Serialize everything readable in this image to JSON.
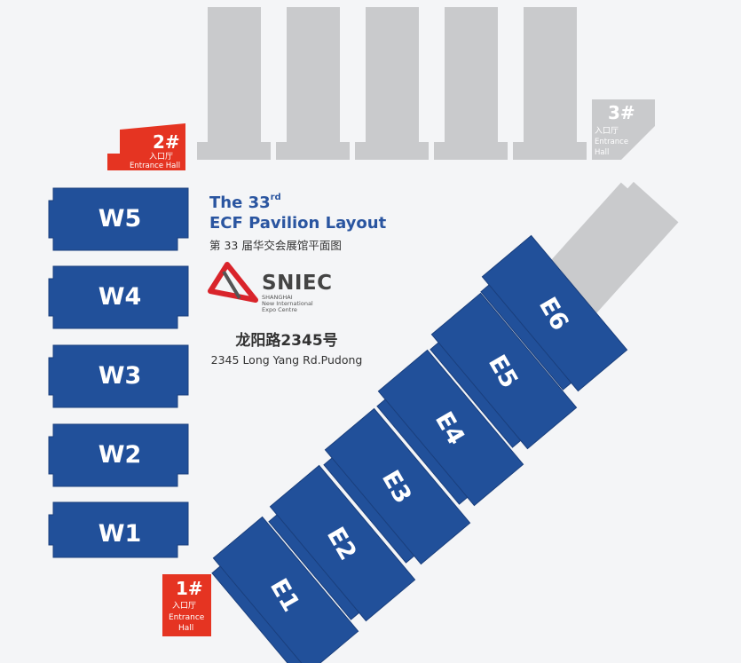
{
  "title": {
    "line1": "The 33",
    "line1_sup": "rd",
    "line2": "ECF Pavilion Layout",
    "chinese": "第 33 届华交会展馆平面图"
  },
  "logo": {
    "name": "SNIEC",
    "sub_lines": [
      "SHANGHAI",
      "New International",
      "Expo Centre"
    ]
  },
  "address": {
    "chinese": "龙阳路2345号",
    "english": "2345 Long Yang Rd.Pudong"
  },
  "west_halls": [
    "W5",
    "W4",
    "W3",
    "W2",
    "W1"
  ],
  "east_halls": [
    "E1",
    "E2",
    "E3",
    "E4",
    "E5",
    "E6"
  ],
  "entrances": {
    "e1": {
      "number": "1#",
      "cn": "入口厅",
      "en_1": "Entrance",
      "en_2": "Hall"
    },
    "e2": {
      "number": "2#",
      "cn": "入口厅",
      "en_1": "Entrance Hall"
    },
    "e3": {
      "number": "3#",
      "cn": "入口厅",
      "en_1": "Entrance",
      "en_2": "Hall"
    }
  },
  "colors": {
    "hall_blue": "#21509a",
    "hall_edge": "#1a3f7d",
    "entrance_red": "#e53422",
    "inactive_gray": "#c9cacc",
    "title_blue": "#2a55a0"
  }
}
